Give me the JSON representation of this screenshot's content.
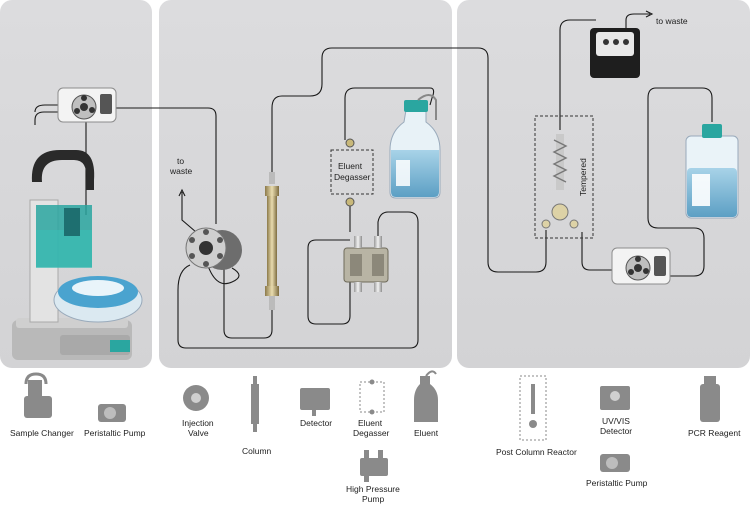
{
  "diagram": {
    "inline_labels": {
      "to_waste_left": "to\nwaste",
      "to_waste_right": "to waste",
      "eluent_degasser": "Eluent\nDegasser",
      "tempered": "Tempered"
    },
    "legend": [
      {
        "key": "sample_changer",
        "label": "Sample Changer"
      },
      {
        "key": "peristaltic_pump_1",
        "label": "Peristaltic Pump"
      },
      {
        "key": "injection_valve",
        "label": "Injection\nValve"
      },
      {
        "key": "column",
        "label": "Column"
      },
      {
        "key": "detector",
        "label": "Detector"
      },
      {
        "key": "eluent_degasser",
        "label": "Eluent\nDegasser"
      },
      {
        "key": "eluent",
        "label": "Eluent"
      },
      {
        "key": "high_pressure_pump",
        "label": "High Pressure\nPump"
      },
      {
        "key": "post_column_reactor",
        "label": "Post Column Reactor"
      },
      {
        "key": "uvvis_detector",
        "label": "UV/VIS\nDetector"
      },
      {
        "key": "peristaltic_pump_2",
        "label": "Peristaltic Pump"
      },
      {
        "key": "pcr_reagent",
        "label": "PCR Reagent"
      }
    ],
    "colors": {
      "panel": "#d9d9db",
      "liquid": "#7fb7d3",
      "teal": "#2aa6a0",
      "tube": "#1a1a1a",
      "legend_icon": "#8a8a8a"
    }
  }
}
